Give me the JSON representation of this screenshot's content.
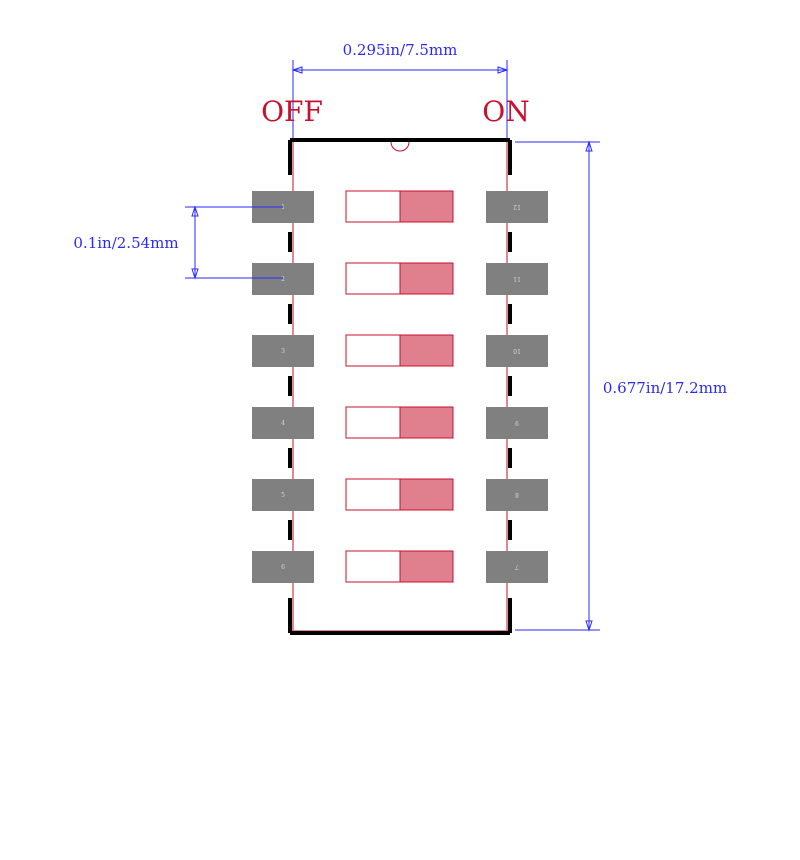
{
  "labels": {
    "off": "OFF",
    "on": "ON"
  },
  "dimensions": {
    "width": "0.295in/7.5mm",
    "pitch": "0.1in/2.54mm",
    "height": "0.677in/17.2mm"
  },
  "pins": {
    "left": [
      "1",
      "2",
      "3",
      "4",
      "5",
      "6"
    ],
    "right": [
      "12",
      "11",
      "10",
      "9",
      "8",
      "7"
    ]
  },
  "switches": {
    "count": 6,
    "state": "on"
  },
  "colors": {
    "outline": "#000000",
    "courtyard": "#c8102e",
    "pad": "#808080",
    "actuator": "#e0808e",
    "dimension": "#2a2aff"
  }
}
